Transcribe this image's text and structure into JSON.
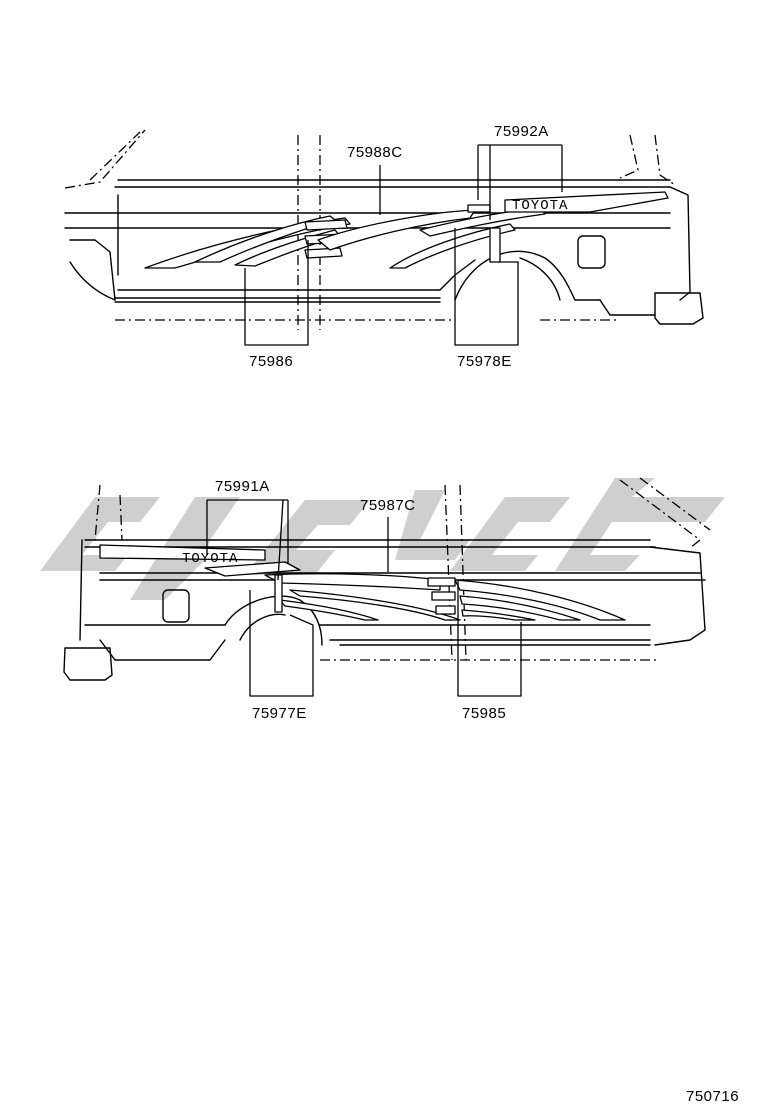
{
  "upper_view": {
    "parts": [
      {
        "id": "part-75988c",
        "label": "75988C"
      },
      {
        "id": "part-75992a",
        "label": "75992A"
      },
      {
        "id": "part-75986",
        "label": "75986"
      },
      {
        "id": "part-75978e",
        "label": "75978E"
      }
    ],
    "badge": "TOYOTA"
  },
  "lower_view": {
    "parts": [
      {
        "id": "part-75991a",
        "label": "75991A"
      },
      {
        "id": "part-75987c",
        "label": "75987C"
      },
      {
        "id": "part-75977e",
        "label": "75977E"
      },
      {
        "id": "part-75985",
        "label": "75985"
      }
    ],
    "badge": "TOYOTA"
  },
  "diagram_number": "750716"
}
